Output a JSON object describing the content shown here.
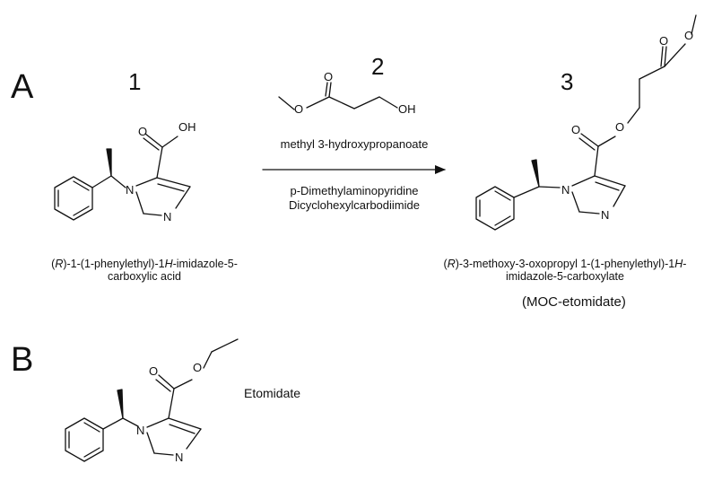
{
  "panels": {
    "a": "A",
    "b": "B"
  },
  "compound_numbers": {
    "c1": "1",
    "c2": "2",
    "c3": "3"
  },
  "compound1": {
    "name_line1_prefix": "(",
    "name_line1_r": "R",
    "name_line1_mid": ")-1-(1-phenylethyl)-1",
    "name_line1_h": "H",
    "name_line1_end": "-imidazole-5-",
    "name_line2": "carboxylic acid"
  },
  "reagent": {
    "name": "methyl 3-hydroxypropanoate",
    "catalyst1": "p-Dimethylaminopyridine",
    "catalyst2": "Dicyclohexylcarbodiimide"
  },
  "compound3": {
    "name_line1_prefix": "(",
    "name_line1_r": "R",
    "name_line1_mid": ")-3-methoxy-3-oxopropyl 1-(1-phenylethyl)-1",
    "name_line1_h": "H",
    "name_line1_end": "-",
    "name_line2": "imidazole-5-carboxylate",
    "alias": "(MOC-etomidate)"
  },
  "compoundB": {
    "name": "Etomidate"
  },
  "atoms": {
    "O": "O",
    "OH": "OH",
    "N": "N"
  }
}
